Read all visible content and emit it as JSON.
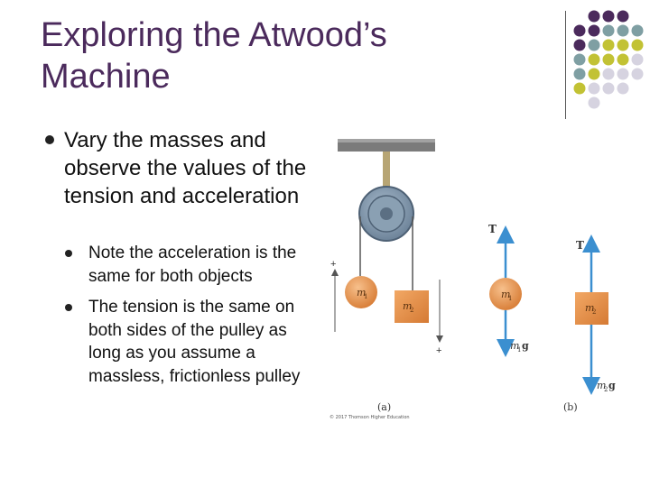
{
  "title_line1": "Exploring the Atwood’s",
  "title_line2": "Machine",
  "bullet_main": "Vary the masses and observe the values of the tension and acceleration",
  "sub_bullets": [
    "Note the acceleration is the same for both objects",
    "The tension is the same on both sides of the pulley as long as you assume a massless, frictionless pulley"
  ],
  "figure": {
    "mass1_label": "m",
    "mass1_sub": "1",
    "mass2_label": "m",
    "mass2_sub": "2",
    "plus_sign": "+",
    "tension_label": "T",
    "weight1_label": "m",
    "weight1_sub": "1",
    "weight1_g": "g",
    "weight2_label": "m",
    "weight2_sub": "2",
    "weight2_g": "g",
    "part_a": "(a)",
    "part_b": "(b)",
    "copyright": "© 2017 Thomson Higher Education"
  },
  "colors": {
    "title": "#4b2a5c",
    "dot_purple": "#4b2a5c",
    "dot_teal": "#7f9fa3",
    "dot_olive": "#c2c234",
    "dot_lavender": "#d6d3e0",
    "arrow": "#3b8fd0",
    "mass_orange": "#e89a58"
  },
  "icons": [
    "bullet-icon",
    "decorative-dot-grid",
    "pulley-icon"
  ]
}
